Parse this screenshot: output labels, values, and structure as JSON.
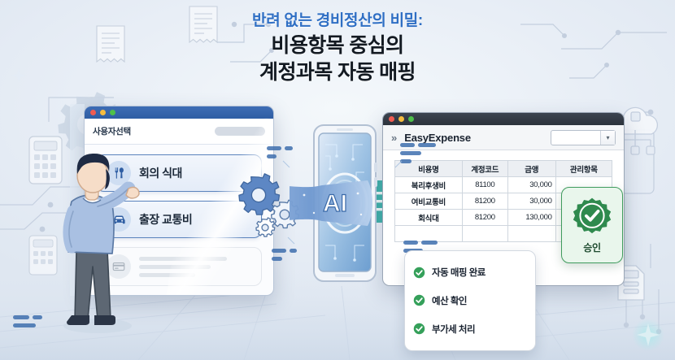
{
  "title": {
    "subtitle": "반려 없는 경비정산의 비밀:",
    "line1": "비용항목 중심의",
    "line2": "계정과목 자동 매핑",
    "subtitle_color": "#2f6fc4",
    "main_color": "#131a22"
  },
  "left_window": {
    "name": "사용자선택-window",
    "header_title": "사용자선택",
    "traffic_lights": [
      "close-red",
      "minimize-yellow",
      "maximize-green"
    ],
    "search_pill_value": "",
    "options": [
      {
        "icon": "cutlery-icon",
        "label": "회의 식대",
        "state": "selected"
      },
      {
        "icon": "car-icon",
        "label": "출장 교통비",
        "state": "selected"
      },
      {
        "icon": "credit-card-icon",
        "label": "",
        "state": "placeholder"
      }
    ]
  },
  "center": {
    "ai_label": "AI",
    "device": "tablet-device",
    "gears": "gears-icon",
    "arrow": "flow-arrow-right"
  },
  "person": {
    "name": "user-illustration",
    "shirt_color": "#a9c0e2",
    "pants_color": "#59626e"
  },
  "right_window": {
    "name": "EasyExpense-window",
    "chevron": "»",
    "header_title": "EasyExpense",
    "select_value": "",
    "traffic_lights": [
      "close-red",
      "minimize-yellow",
      "maximize-green"
    ],
    "table": {
      "columns": [
        "비용명",
        "계정코드",
        "금앵",
        "관리항목"
      ],
      "rows": [
        {
          "name": "복리후생비",
          "code": "81100",
          "amount": "30,000",
          "manage": ""
        },
        {
          "name": "여비교통비",
          "code": "81200",
          "amount": "30,000",
          "manage": ""
        },
        {
          "name": "회식대",
          "code": "81200",
          "amount": "130,000",
          "manage": ""
        },
        {
          "name": "",
          "code": "",
          "amount": "",
          "manage": ""
        }
      ]
    }
  },
  "approval": {
    "badge_icon": "check-seal-icon",
    "label": "승인",
    "accent_color": "#3f9b5d"
  },
  "checklist": {
    "items": [
      {
        "icon": "check-circle-icon",
        "label": "자동 매핑 완료"
      },
      {
        "icon": "check-circle-icon",
        "label": "예산 확인"
      },
      {
        "icon": "check-circle-icon",
        "label": "부가세 처리"
      }
    ],
    "check_color": "#35a05a"
  },
  "background": {
    "decorations": [
      "receipt-icon",
      "receipt-icon",
      "calculator-icon",
      "gear-icon",
      "cloud-icon",
      "printer-icon",
      "circuit-traces"
    ],
    "base_color": "#e8eef6"
  }
}
